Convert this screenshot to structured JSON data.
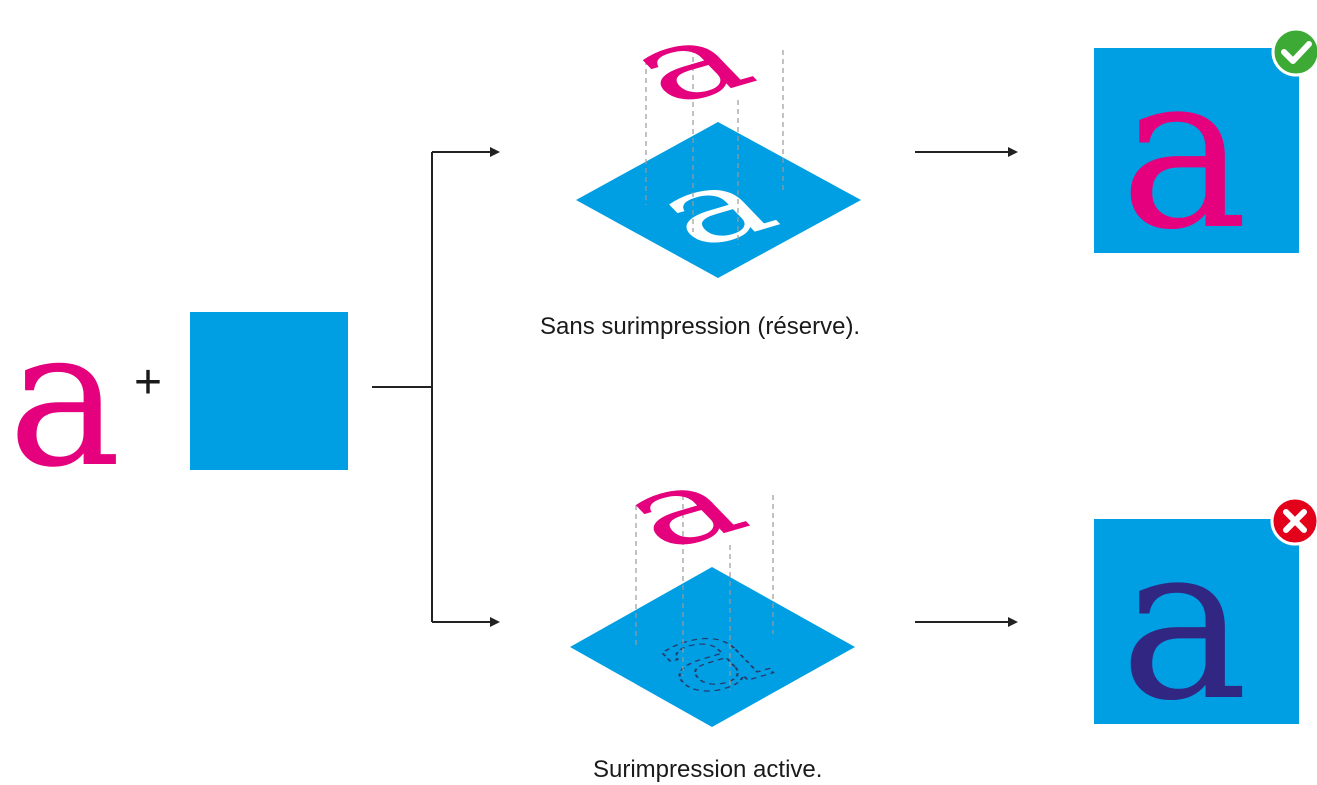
{
  "inputs": {
    "letter": "a",
    "plus": "+"
  },
  "branches": [
    {
      "caption": "Sans surimpression (réserve).",
      "result_letter": "a",
      "status_icon": "check-circle-icon"
    },
    {
      "caption": "Surimpression active.",
      "result_letter": "a",
      "status_icon": "cross-circle-icon"
    }
  ],
  "colors": {
    "magenta": "#E5007E",
    "cyan": "#009FE3",
    "overprint_result": "#312783",
    "knockout_letter": "#ffffff",
    "ok": "#3DAA35",
    "error": "#E2001A",
    "arrow": "#222222"
  }
}
